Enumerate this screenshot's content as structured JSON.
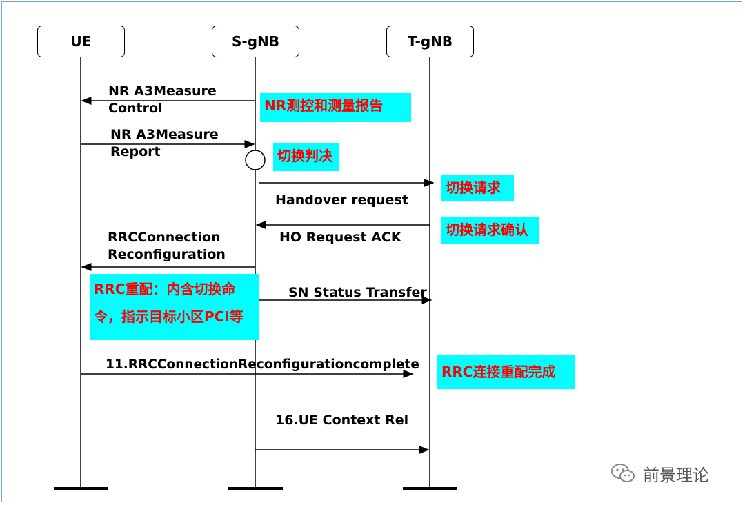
{
  "entities": {
    "ue": "UE",
    "sgnb": "S-gNB",
    "tgnb": "T-gNB"
  },
  "messages": {
    "m1": "NR A3Measure\nControl",
    "m2": "NR A3Measure\nReport",
    "m3": "Handover request",
    "m4": "HO Request ACK",
    "m5": "RRCConnection\nReconfiguration",
    "m6": "SN Status Transfer",
    "m7": "11.RRCConnectionReconfigurationcomplete",
    "m8": "16.UE Context Rel"
  },
  "notes": {
    "n1": "NR测控和测量报告",
    "n2": "切换判决",
    "n3": "切换请求",
    "n4": "切换请求确认",
    "n5": "RRC重配：内含切换命令，指示目标小区PCI等",
    "n6": "RRC连接重配完成"
  },
  "watermark": {
    "text": "前景理论"
  },
  "colors": {
    "note_bg": "#00ffff",
    "note_text": "#ff0000",
    "line": "#000000"
  }
}
